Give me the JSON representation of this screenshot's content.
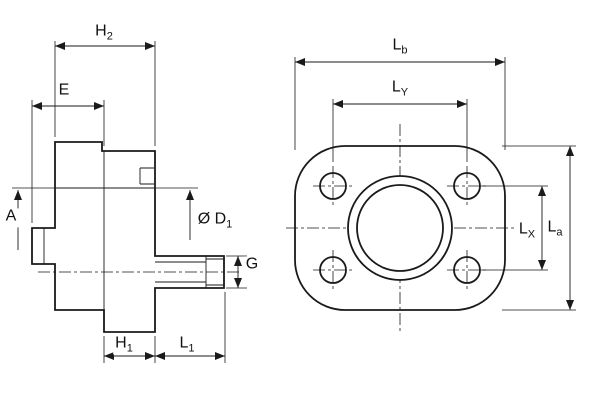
{
  "canvas": {
    "background": "#ffffff",
    "line_color": "#1a1a1a"
  },
  "labels": {
    "h2": {
      "base": "H",
      "sub": "2"
    },
    "e": {
      "base": "E",
      "sub": ""
    },
    "a": {
      "base": "A",
      "sub": ""
    },
    "d1": {
      "base": "Ø D",
      "sub": "1"
    },
    "g": {
      "base": "G",
      "sub": ""
    },
    "h1": {
      "base": "H",
      "sub": "1"
    },
    "l1": {
      "base": "L",
      "sub": "1"
    },
    "lb": {
      "base": "L",
      "sub": "b"
    },
    "ly": {
      "base": "L",
      "sub": "Y"
    },
    "lx": {
      "base": "L",
      "sub": "X"
    },
    "la": {
      "base": "L",
      "sub": "a"
    }
  }
}
